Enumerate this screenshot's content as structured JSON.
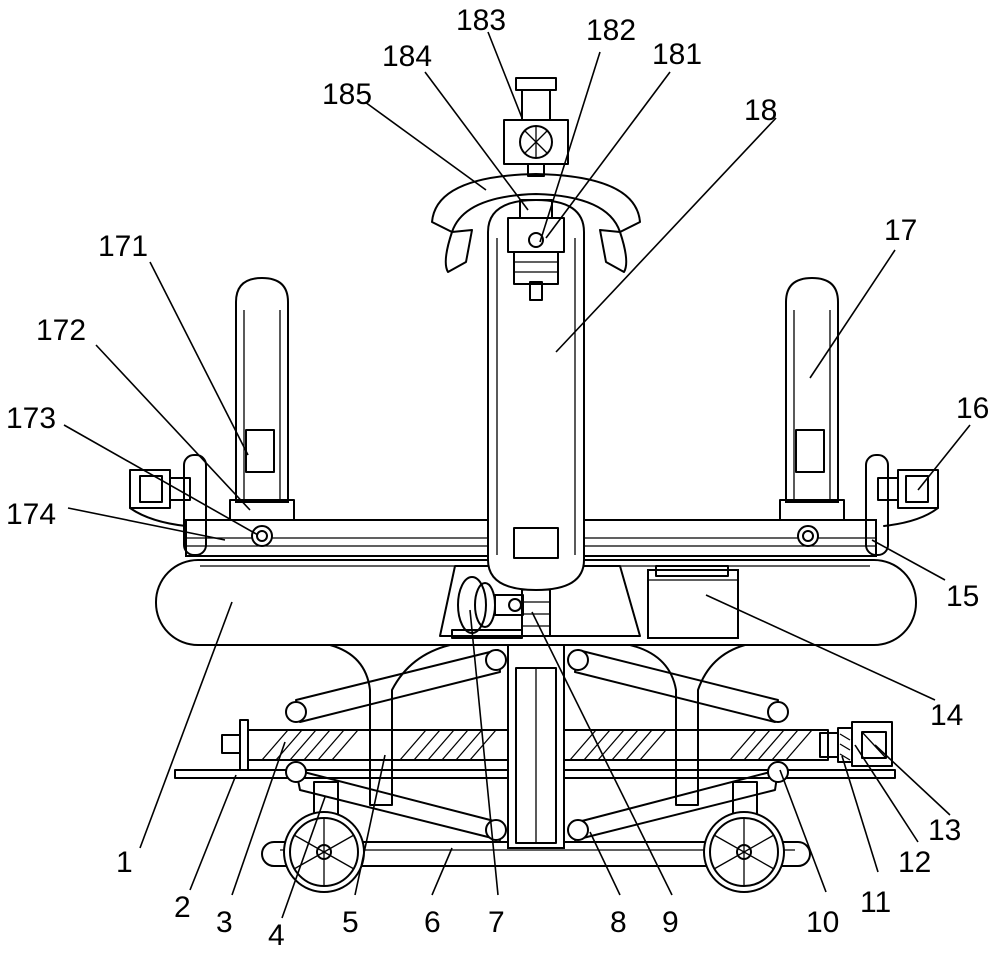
{
  "callouts": [
    {
      "id": "l1",
      "text": "1"
    },
    {
      "id": "l2",
      "text": "2"
    },
    {
      "id": "l3",
      "text": "3"
    },
    {
      "id": "l4",
      "text": "4"
    },
    {
      "id": "l5",
      "text": "5"
    },
    {
      "id": "l6",
      "text": "6"
    },
    {
      "id": "l7",
      "text": "7"
    },
    {
      "id": "l8",
      "text": "8"
    },
    {
      "id": "l9",
      "text": "9"
    },
    {
      "id": "l10",
      "text": "10"
    },
    {
      "id": "l11",
      "text": "11"
    },
    {
      "id": "l12",
      "text": "12"
    },
    {
      "id": "l13",
      "text": "13"
    },
    {
      "id": "l14",
      "text": "14"
    },
    {
      "id": "l15",
      "text": "15"
    },
    {
      "id": "l16",
      "text": "16"
    },
    {
      "id": "l17",
      "text": "17"
    },
    {
      "id": "l171",
      "text": "171"
    },
    {
      "id": "l172",
      "text": "172"
    },
    {
      "id": "l173",
      "text": "173"
    },
    {
      "id": "l174",
      "text": "174"
    },
    {
      "id": "l18",
      "text": "18"
    },
    {
      "id": "l181",
      "text": "181"
    },
    {
      "id": "l182",
      "text": "182"
    },
    {
      "id": "l183",
      "text": "183"
    },
    {
      "id": "l184",
      "text": "184"
    },
    {
      "id": "l185",
      "text": "185"
    }
  ]
}
